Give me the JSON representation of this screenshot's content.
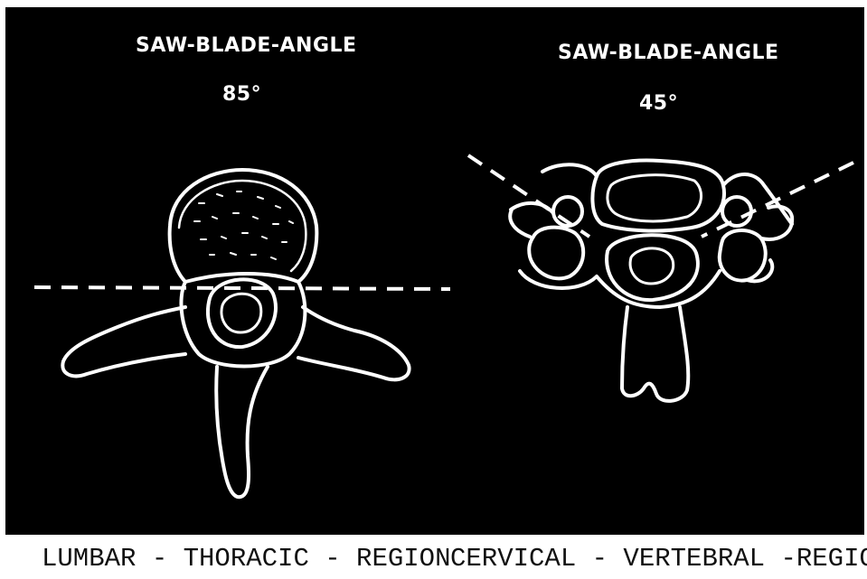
{
  "left": {
    "title": "SAW-BLADE-ANGLE",
    "angle": "85°",
    "caption": "LUMBAR - THORACIC - REGION"
  },
  "right": {
    "title": "SAW-BLADE-ANGLE",
    "angle": "45°",
    "caption": "CERVICAL - VERTEBRAL -REGION"
  },
  "colors": {
    "panel_background": "#000000",
    "line_art": "#ffffff",
    "page_background": "#ffffff"
  }
}
